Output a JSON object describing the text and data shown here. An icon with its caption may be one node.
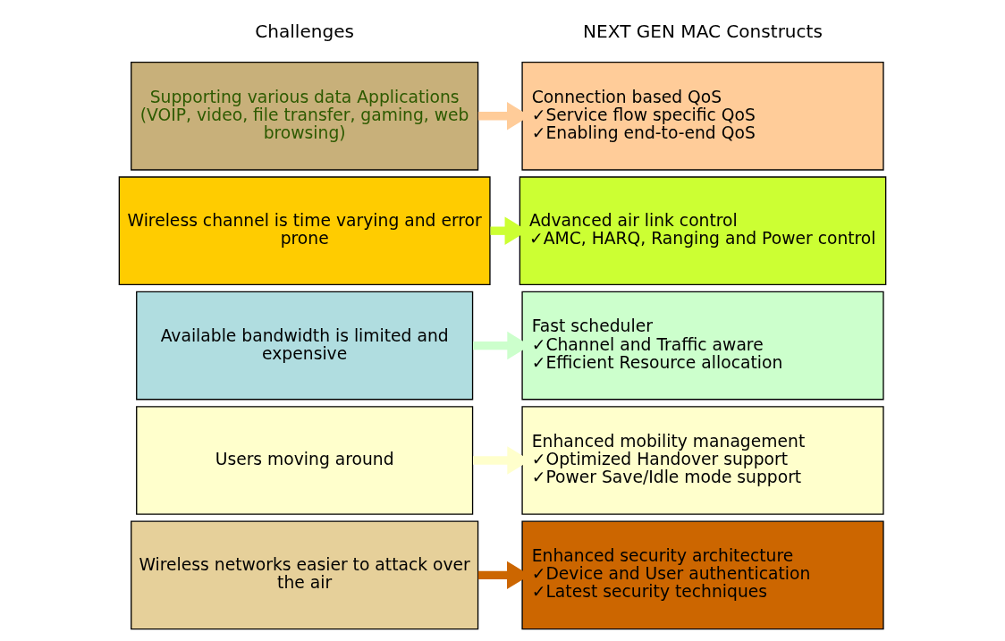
{
  "diagram": {
    "nodes": [
      {
        "text": [
          "Supporting various data Applications (VOIP, video, file transfer, gaming, web browsing)"
        ]
      },
      {
        "text": [
          "Connection based QoS",
          "✓Service flow specific QoS",
          "✓Enabling end-to-end QoS"
        ]
      },
      {
        "text": [
          "Wireless channel is time varying and error prone"
        ]
      },
      {
        "text": [
          "Advanced air link control",
          "✓AMC, HARQ, Ranging and Power control"
        ]
      },
      {
        "text": [
          "Available bandwidth is limited and expensive"
        ]
      },
      {
        "text": [
          "Fast scheduler",
          "✓Channel and Traffic aware",
          "✓Efficient Resource allocation"
        ]
      },
      {
        "text": [
          "Users moving around"
        ]
      },
      {
        "text": [
          "Enhanced mobility management",
          "✓Optimized Handover support",
          "✓Power Save/Idle mode support"
        ]
      },
      {
        "text": [
          "Wireless networks easier to attack over the air"
        ]
      },
      {
        "text": [
          "Enhanced security architecture",
          "✓Device and User authentication",
          "✓Latest security techniques"
        ]
      }
    ],
    "edges": [
      {
        "from": 0,
        "to": 1,
        "arrow": "to",
        "color": "#ffcc99"
      },
      {
        "from": 2,
        "to": 3,
        "arrow": "to",
        "color": "#ccff33"
      },
      {
        "from": 4,
        "to": 5,
        "arrow": "to",
        "color": "#ccffcc"
      },
      {
        "from": 6,
        "to": 7,
        "arrow": "to",
        "color": "#ffffcc"
      },
      {
        "from": 8,
        "to": 9,
        "arrow": "to",
        "color": "#cc6600"
      }
    ],
    "labels": [
      "Challenges",
      "NEXT GEN MAC Constructs"
    ]
  }
}
